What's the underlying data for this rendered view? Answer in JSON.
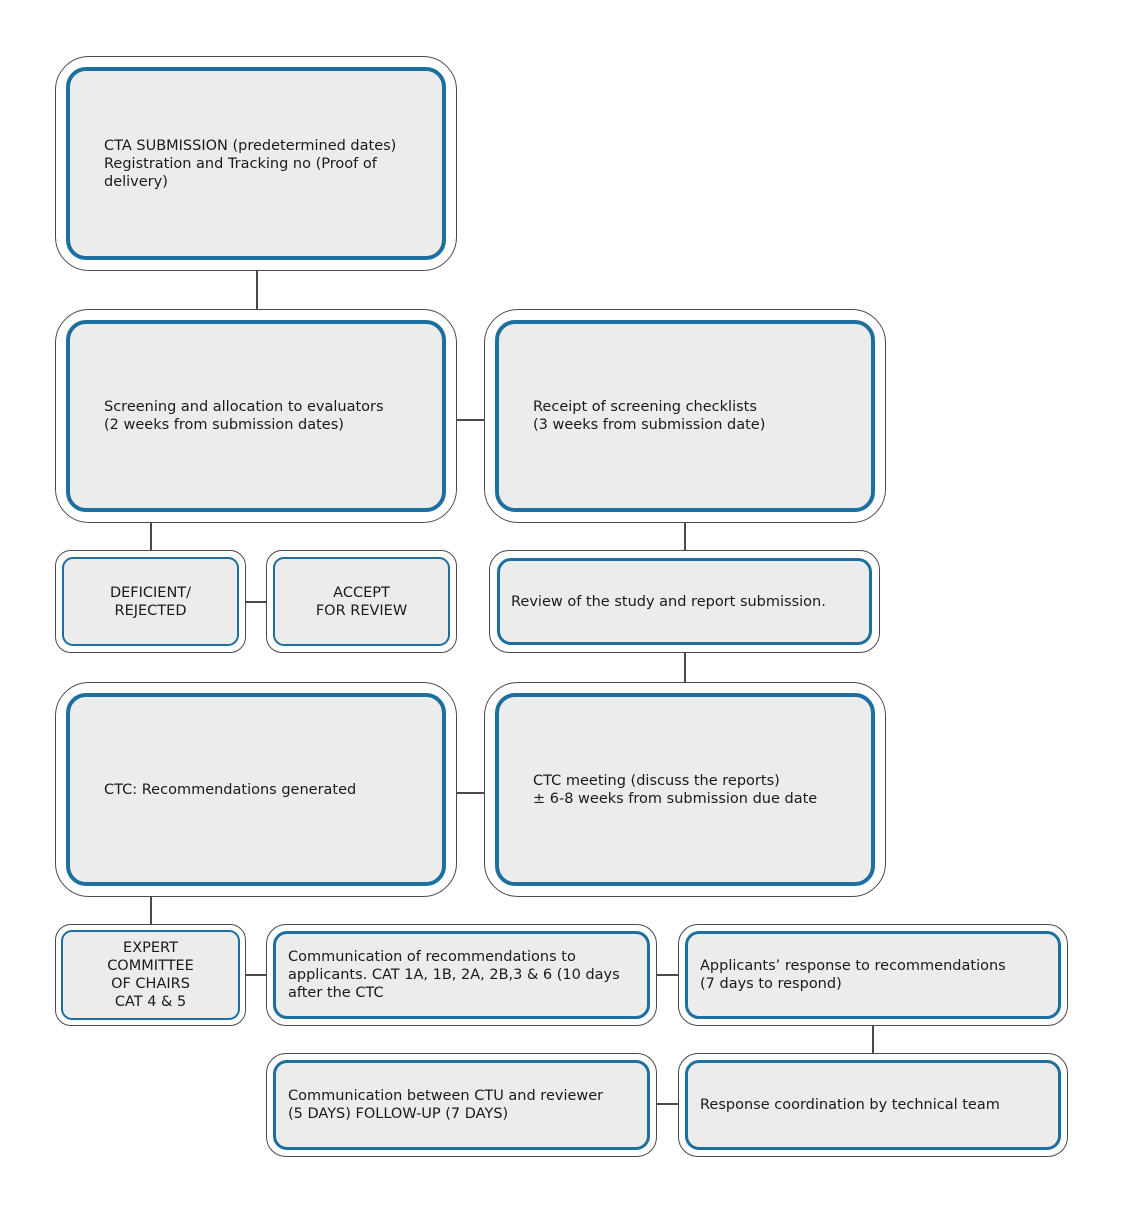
{
  "nodes": {
    "cta_submission": "CTA SUBMISSION (predetermined dates)\nRegistration and Tracking no (Proof of\ndelivery)",
    "screening": "Screening and allocation to evaluators\n(2 weeks from submission dates)",
    "receipt_checklists": "Receipt of screening checklists\n(3 weeks from submission date)",
    "deficient": "DEFICIENT/\nREJECTED",
    "accept": "ACCEPT\nFOR REVIEW",
    "review_study": "Review of the study and report submission.",
    "ctc_recommendations": "CTC: Recommendations generated",
    "ctc_meeting": "CTC meeting (discuss the reports)\n± 6-8 weeks from submission due date",
    "expert_committee": "EXPERT\nCOMMITTEE\nOF CHAIRS\nCAT 4 & 5",
    "communication_recs": "Communication of recommendations to\napplicants. CAT 1A, 1B, 2A, 2B,3 & 6 (10 days\nafter the CTC",
    "applicants_response": "Applicants’ response to recommendations\n(7 days to respond)",
    "communication_ctu": "Communication between CTU and reviewer\n(5 DAYS) FOLLOW-UP (7 DAYS)",
    "response_coordination": "Response coordination by technical team"
  },
  "colors": {
    "box_border": "#1d6fa0",
    "box_fill": "#ececec",
    "outline": "#4a4a4a"
  }
}
